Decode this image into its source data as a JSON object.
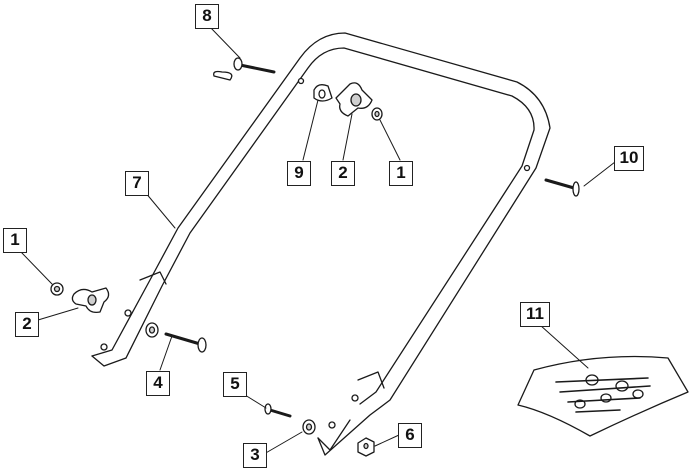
{
  "callouts": [
    {
      "id": "c8",
      "label": "8"
    },
    {
      "id": "c9",
      "label": "9"
    },
    {
      "id": "c2a",
      "label": "2"
    },
    {
      "id": "c1a",
      "label": "1"
    },
    {
      "id": "c10",
      "label": "10"
    },
    {
      "id": "c7",
      "label": "7"
    },
    {
      "id": "c1b",
      "label": "1"
    },
    {
      "id": "c2b",
      "label": "2"
    },
    {
      "id": "c4",
      "label": "4"
    },
    {
      "id": "c5",
      "label": "5"
    },
    {
      "id": "c3",
      "label": "3"
    },
    {
      "id": "c6",
      "label": "6"
    },
    {
      "id": "c11",
      "label": "11"
    }
  ],
  "colors": {
    "line": "#1a1a1a",
    "fill": "#ffffff",
    "shade": "#cfcfcf"
  }
}
